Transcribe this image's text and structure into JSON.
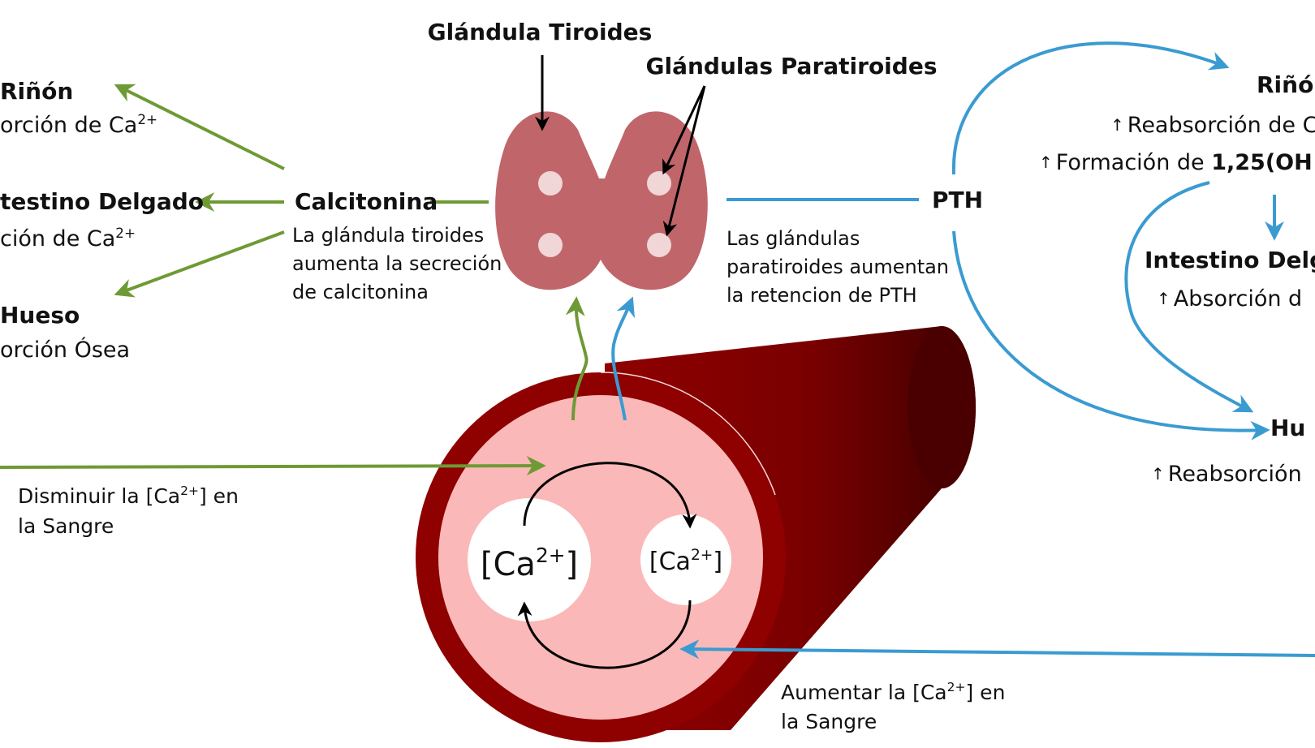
{
  "colors": {
    "green": "#6e9a35",
    "blue": "#3a9bd1",
    "gland": "#c0666a",
    "gland_dot": "#f0d6d6",
    "vessel_outer": "#8f0000",
    "vessel_inner": "#fbb8b8",
    "vessel_shadow": "#3d0000"
  },
  "labels": {
    "thyroid": "Glándula Tiroides",
    "parathyroid": "Glándulas Paratiroides",
    "calcitonin": "Calcitonina",
    "pth": "PTH"
  },
  "calcitonin_desc": [
    "La glándula tiroides",
    "aumenta la secreción",
    "de calcitonina"
  ],
  "pth_desc": [
    "Las glándulas",
    "paratiroides aumentan",
    "la retencion de PTH"
  ],
  "left_targets": {
    "kidney": {
      "title": "Riñón",
      "text": "orción de Ca",
      "sup": "2+"
    },
    "intestine": {
      "title": "testino Delgado",
      "text": "ción de Ca",
      "sup": "2+"
    },
    "bone": {
      "title": "Hueso",
      "text": "orción Ósea"
    }
  },
  "right_targets": {
    "kidney": {
      "title": "Riñó",
      "line1": "Reabsorción de C",
      "line2_pre": "Formación de ",
      "line2_bold": "1,25(OH"
    },
    "intestine": {
      "title": "Intestino Delg",
      "text": "Absorción d"
    },
    "bone": {
      "title": "Hu",
      "text": "Reabsorción"
    }
  },
  "decrease": {
    "pre": "Disminuir la [Ca",
    "sup": "2+",
    "post": "] en",
    "line2": "la Sangre"
  },
  "increase": {
    "pre": "Aumentar la [Ca",
    "sup": "2+",
    "post": "] en",
    "line2": "la Sangre"
  },
  "ca_large": {
    "pre": "[Ca",
    "sup": "2+",
    "post": "]"
  },
  "ca_small": {
    "pre": "[Ca",
    "sup": "2+",
    "post": "]"
  },
  "up_arrow_glyph": "↑"
}
